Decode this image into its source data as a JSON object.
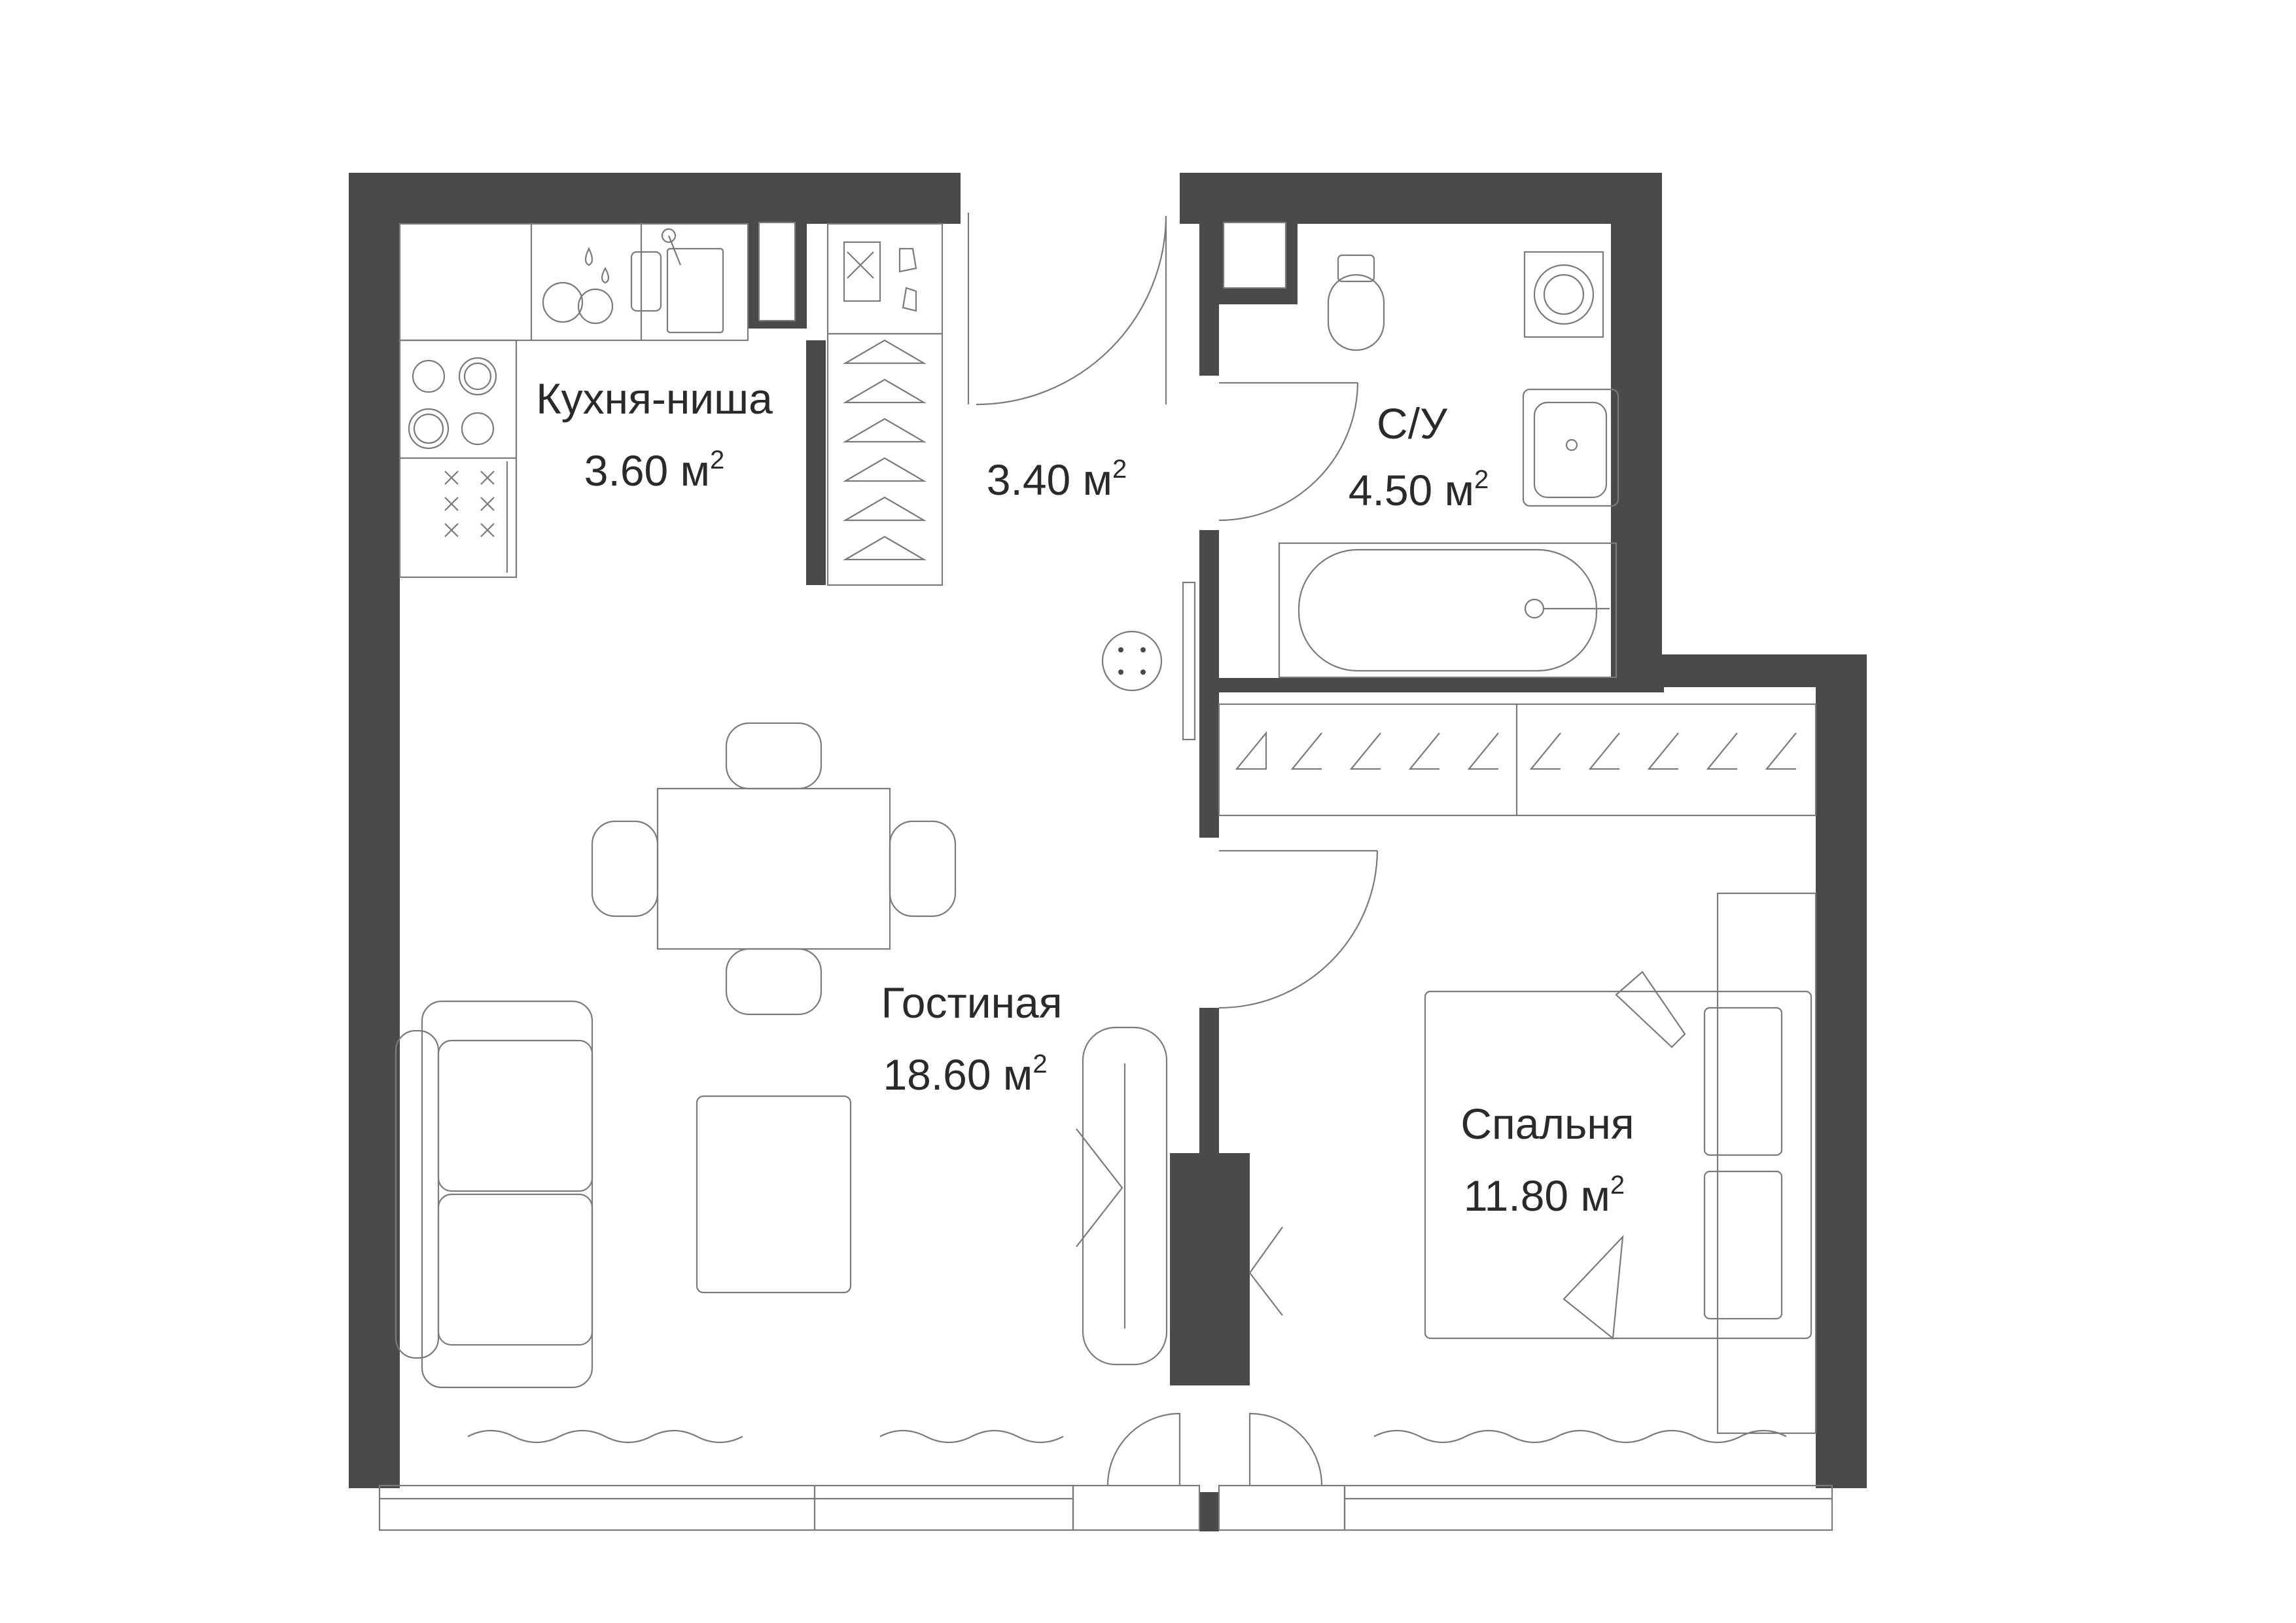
{
  "rooms": {
    "kitchen": {
      "name": "Кухня-ниша",
      "area": "3.60 м",
      "unit_sup": "2"
    },
    "hall": {
      "name": "",
      "area": "3.40 м",
      "unit_sup": "2"
    },
    "bathroom": {
      "name": "С/У",
      "area": "4.50 м",
      "unit_sup": "2"
    },
    "living": {
      "name": "Гостиная",
      "area": "18.60 м",
      "unit_sup": "2"
    },
    "bedroom": {
      "name": "Спальня",
      "area": "11.80 м",
      "unit_sup": "2"
    }
  },
  "colors": {
    "wall": "#4a4a4a",
    "line": "#7a7a7a",
    "text": "#2a2a2a",
    "background": "#ffffff"
  }
}
